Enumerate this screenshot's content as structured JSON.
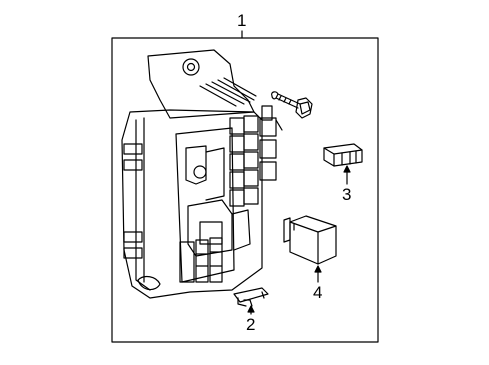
{
  "callouts": {
    "c1": "1",
    "c2": "2",
    "c3": "3",
    "c4": "4"
  },
  "style": {
    "line_color": "#000000",
    "background": "#ffffff"
  }
}
